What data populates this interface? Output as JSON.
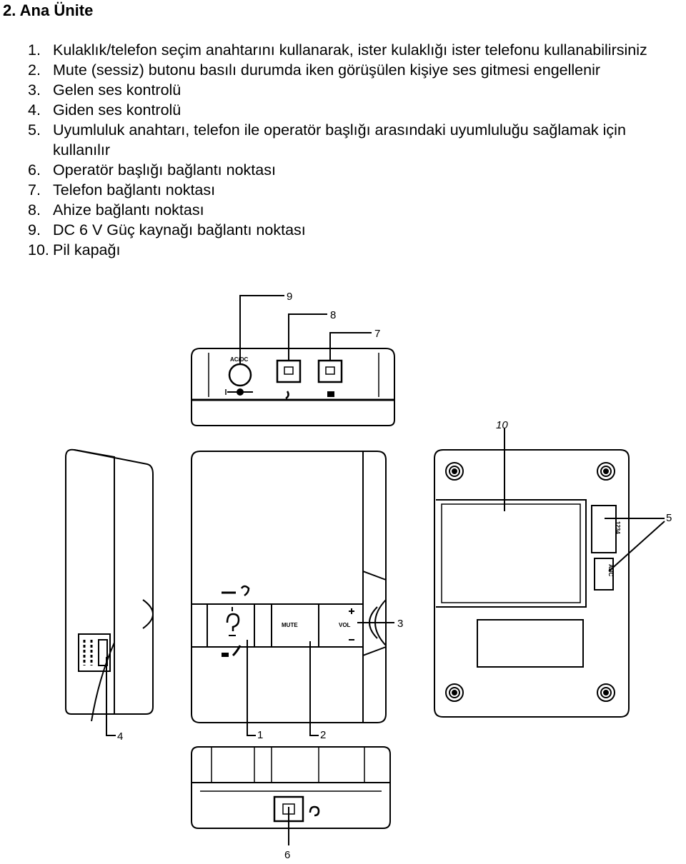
{
  "section": {
    "heading": "2. Ana Ünite"
  },
  "items": [
    {
      "num": "1.",
      "text": "Kulaklık/telefon seçim anahtarını kullanarak, ister kulaklığı ister telefonu kullanabilirsiniz"
    },
    {
      "num": "2.",
      "text": "Mute (sessiz) butonu basılı durumda iken görüşülen kişiye ses gitmesi engellenir"
    },
    {
      "num": "3.",
      "text": "Gelen ses kontrolü"
    },
    {
      "num": "4.",
      "text": "Giden ses kontrolü"
    },
    {
      "num": "5.",
      "text": "Uyumluluk anahtarı, telefon ile operatör başlığı arasındaki uyumluluğu sağlamak için kullanılır"
    },
    {
      "num": "6.",
      "text": "Operatör başlığı bağlantı noktası"
    },
    {
      "num": "7.",
      "text": "Telefon bağlantı noktası"
    },
    {
      "num": "8.",
      "text": "Ahize bağlantı noktası"
    },
    {
      "num": "9.",
      "text": "DC 6 V Güç kaynağı bağlantı noktası"
    },
    {
      "num": "10.",
      "text": "Pil kapağı"
    }
  ],
  "figure": {
    "callouts": [
      "1",
      "2",
      "3",
      "4",
      "5",
      "6",
      "7",
      "8",
      "9",
      "10"
    ],
    "panel_labels": {
      "mute": "MUTE",
      "vol": "VOL",
      "dc": "AC/DC",
      "switch_a": "ABC",
      "switch_b": "1234"
    },
    "icons": [
      "headset-icon",
      "handset-icon",
      "plus-icon",
      "minus-icon",
      "power-plug-icon",
      "phone-icon"
    ],
    "colors": {
      "ink": "#000000",
      "paper": "#ffffff"
    }
  }
}
